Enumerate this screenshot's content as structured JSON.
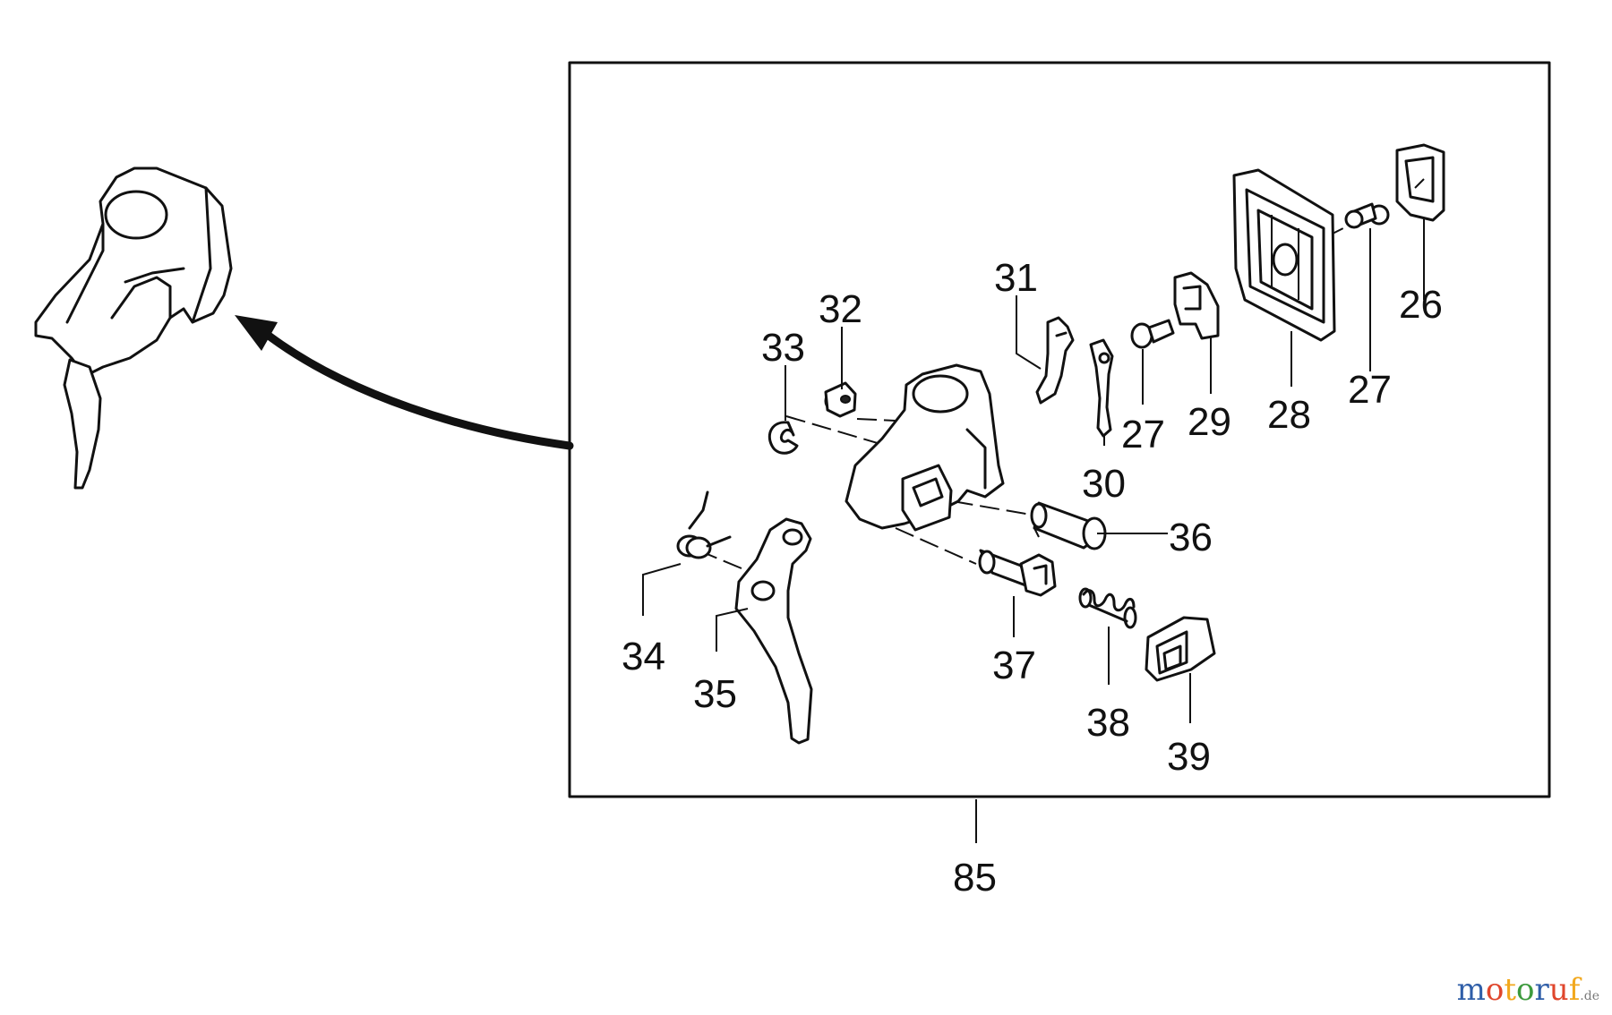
{
  "labels": {
    "l26": "26",
    "l27a": "27",
    "l27b": "27",
    "l28": "28",
    "l29": "29",
    "l30": "30",
    "l31": "31",
    "l32": "32",
    "l33": "33",
    "l34": "34",
    "l35": "35",
    "l36": "36",
    "l37": "37",
    "l38": "38",
    "l39": "39",
    "l85": "85"
  },
  "watermark": {
    "letters": [
      "m",
      "o",
      "t",
      "o",
      "r",
      "u",
      "f"
    ],
    "suffix": ".de",
    "colors": [
      "#2f5ea8",
      "#e0462c",
      "#f2a81d",
      "#3d9a3d",
      "#2f5ea8",
      "#e0462c",
      "#f2a81d"
    ]
  }
}
